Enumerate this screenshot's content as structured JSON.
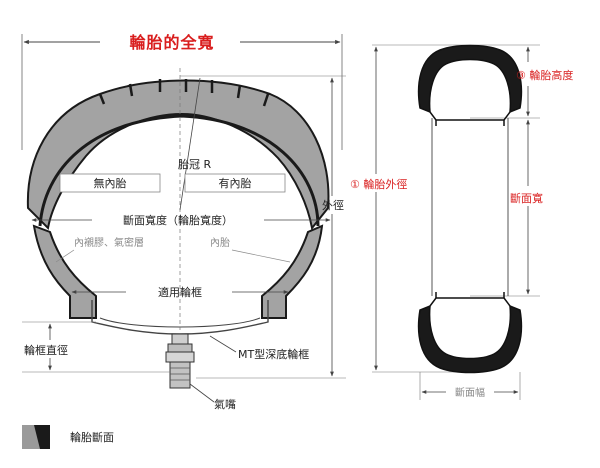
{
  "colors": {
    "accent_red": "#d91e1e",
    "tire_dark": "#1a1a1a",
    "tire_gray": "#9a9a9a",
    "line": "#555555"
  },
  "diagram": {
    "title": "輪胎的全寬",
    "left": {
      "crown_r": "胎冠 R",
      "no_tube": "無內胎",
      "with_tube": "有內胎",
      "section_width": "斷面寬度（輪胎寬度）",
      "inner_liner": "內襯膠、氣密層",
      "inner_tube": "內胎",
      "applicable_rim": "適用輪框",
      "outer_diameter": "外徑",
      "rim_diameter": "輪框直徑",
      "mt_rim": "MT型深底輪框",
      "valve": "氣嘴",
      "legend_label": "輪胎斷面"
    },
    "right": {
      "tire_height": "③ 輪胎高度",
      "tire_outer_diameter": "① 輪胎外徑",
      "section_width_vertical": "斷面寬",
      "section_width_bottom": "斷面幅"
    }
  }
}
